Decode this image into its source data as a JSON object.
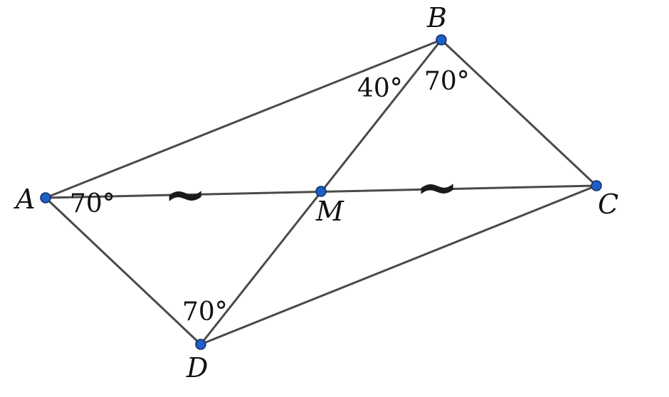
{
  "figure": {
    "vertices": {
      "A": "A",
      "B": "B",
      "C": "C",
      "D": "D",
      "M": "M"
    },
    "angles": {
      "angle_BAC": "70°",
      "angle_ABD": "40°",
      "angle_DBC": "70°",
      "angle_ADB": "70°"
    },
    "equal_marks": {
      "AM": "~",
      "MC": "~"
    },
    "colors": {
      "edge": "#4a4a4a",
      "point_fill": "#1f5fc4",
      "point_stroke": "#0d2f6b"
    }
  }
}
